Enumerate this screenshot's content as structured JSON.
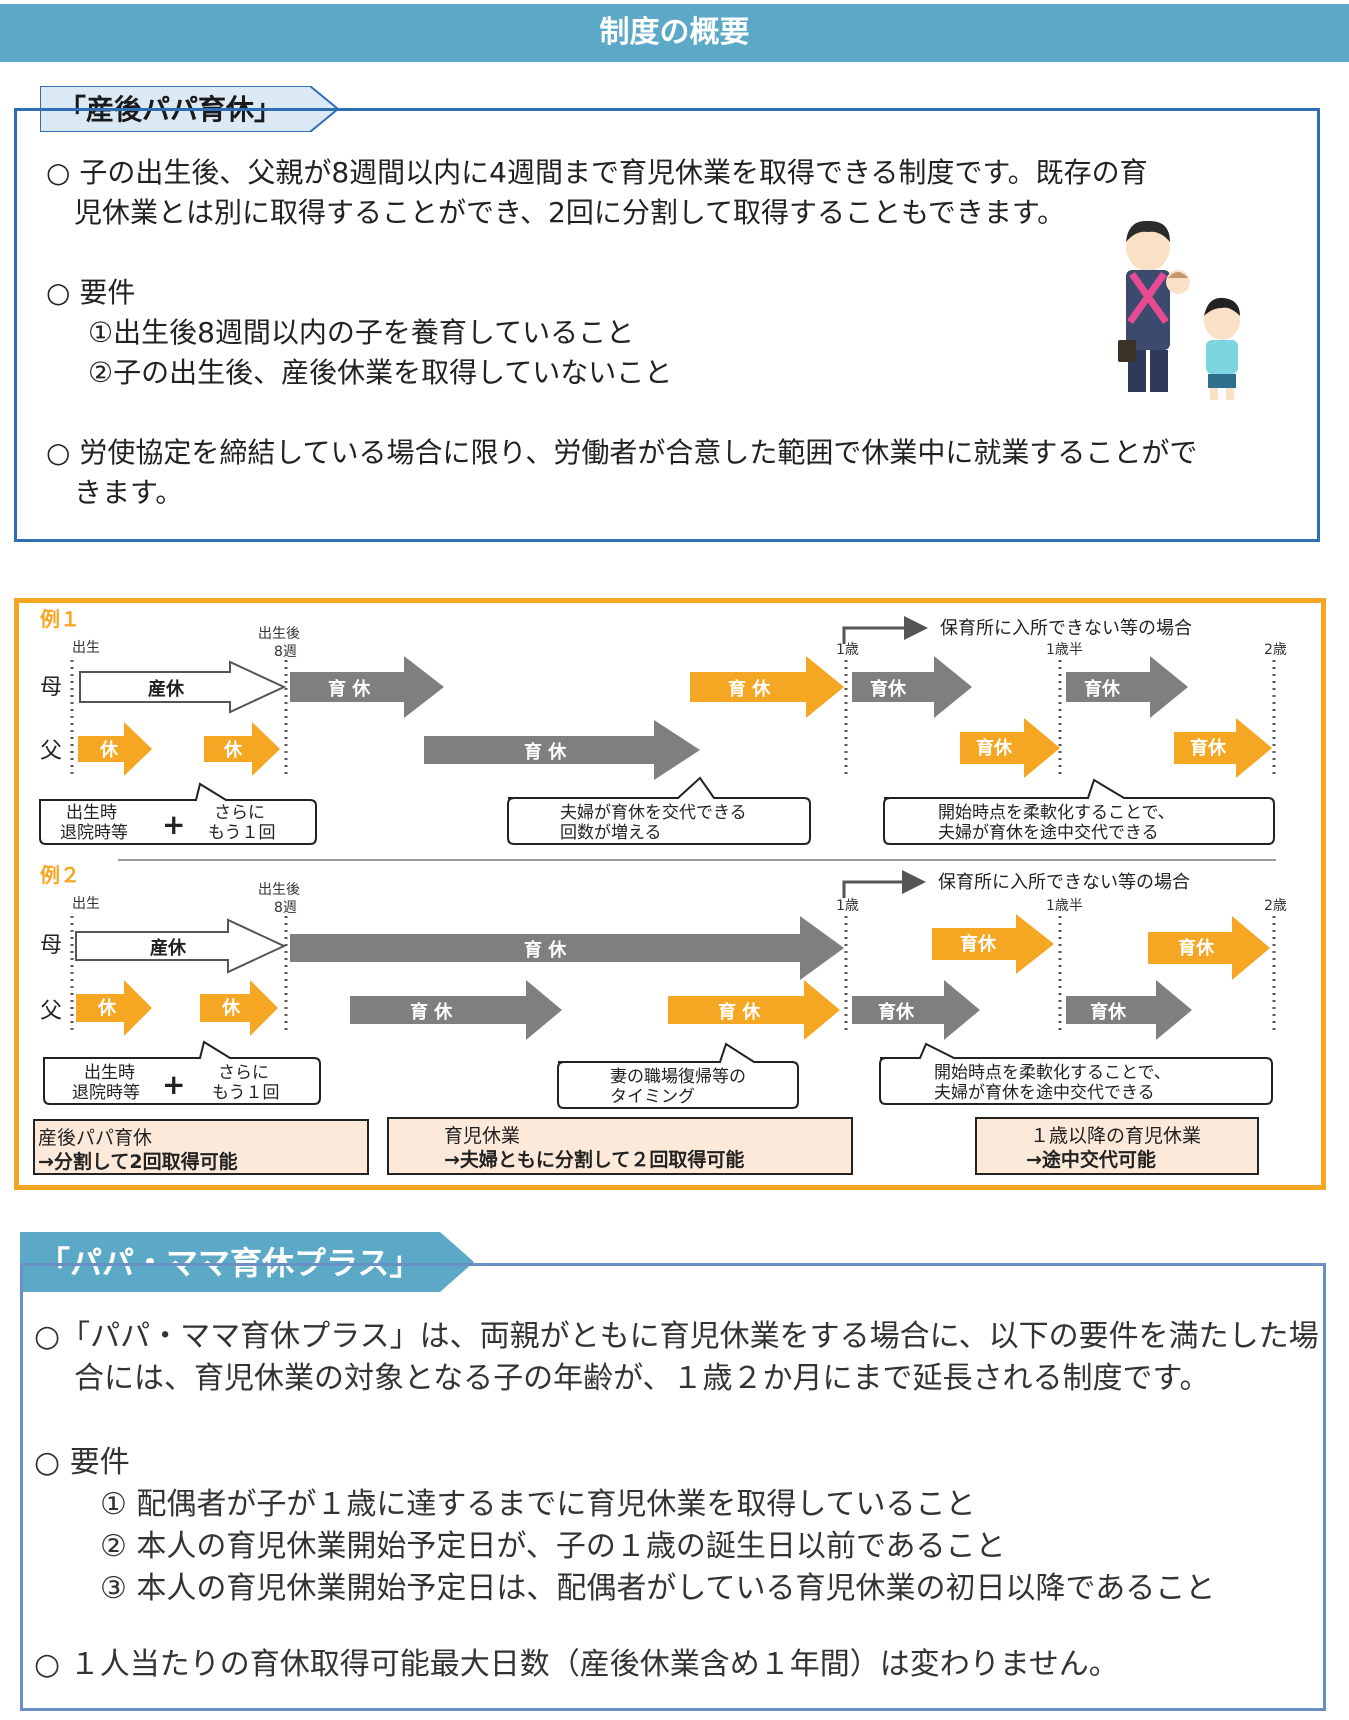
{
  "page_title": "制度の概要",
  "section1": {
    "tag": "「産後パパ育休」",
    "p1_line1": "○  子の出生後、父親が8週間以内に4週間まで育児休業を取得できる制度です。既存の育",
    "p1_line2": "児休業とは別に取得することができ、2回に分割して取得することもできます。",
    "req_title": "○  要件",
    "req1": "①出生後8週間以内の子を養育していること",
    "req2": "②子の出生後、産後休業を取得していないこと",
    "p3_line1": "○  労使協定を締結している場合に限り、労働者が合意した範囲で休業中に就業することがで",
    "p3_line2": "きます。"
  },
  "diagram": {
    "examples": [
      {
        "title": "例１",
        "ticks": [
          "出生",
          "出生後\n8週",
          "1歳",
          "1歳半",
          "2歳"
        ],
        "note_top": "保育所に入所できない等の場合",
        "row_mother": "母",
        "row_father": "父",
        "mother_bars": [
          "産休",
          "育 休",
          "育 休",
          "育休",
          "育休"
        ],
        "father_bars": [
          "休",
          "休",
          "育 休",
          "育休",
          "育休"
        ],
        "bubbles": [
          {
            "left": "出生時\n退院時等",
            "plus": "+",
            "right": "さらに\nもう１回"
          },
          {
            "text": "夫婦が育休を交代できる\n回数が増える"
          },
          {
            "text": "開始時点を柔軟化することで、\n夫婦が育休を途中交代できる"
          }
        ]
      },
      {
        "title": "例２",
        "ticks": [
          "出生",
          "出生後\n8週",
          "1歳",
          "1歳半",
          "2歳"
        ],
        "note_top": "保育所に入所できない等の場合",
        "row_mother": "母",
        "row_father": "父",
        "mother_bars": [
          "産休",
          "育 休",
          "育休",
          "育休"
        ],
        "father_bars": [
          "休",
          "休",
          "育 休",
          "育 休",
          "育休",
          "育休"
        ],
        "bubbles": [
          {
            "left": "出生時\n退院時等",
            "plus": "+",
            "right": "さらに\nもう１回"
          },
          {
            "text": "妻の職場復帰等の\nタイミング"
          },
          {
            "text": "開始時点を柔軟化することで、\n夫婦が育休を途中交代できる"
          }
        ]
      }
    ],
    "summary": [
      {
        "line1": "産後パパ育休",
        "line2": "→分割して2回取得可能"
      },
      {
        "line1": "育児休業",
        "line2": "→夫婦ともに分割して２回取得可能"
      },
      {
        "line1": "１歳以降の育児休業",
        "line2": "→途中交代可能"
      }
    ],
    "colors": {
      "orange": "#f5a623",
      "gray": "#7f7f7f",
      "summary_bg": "#fde9d9"
    }
  },
  "section3": {
    "tag": "「パパ・ママ育休プラス」",
    "p1_line1": "○「パパ・ママ育休プラス」は、両親がともに育児休業をする場合に、以下の要件を満たした場",
    "p1_line2": "合には、育児休業の対象となる子の年齢が、１歳２か月にまで延長される制度です。",
    "req_title": "○ 要件",
    "req1": "①  配偶者が子が１歳に達するまでに育児休業を取得していること",
    "req2": "②  本人の育児休業開始予定日が、子の１歳の誕生日以前であること",
    "req3": "③  本人の育児休業開始予定日は、配偶者がしている育児休業の初日以降であること",
    "p3": "○  １人当たりの育休取得可能最大日数（産後休業含め１年間）は変わりません。"
  }
}
